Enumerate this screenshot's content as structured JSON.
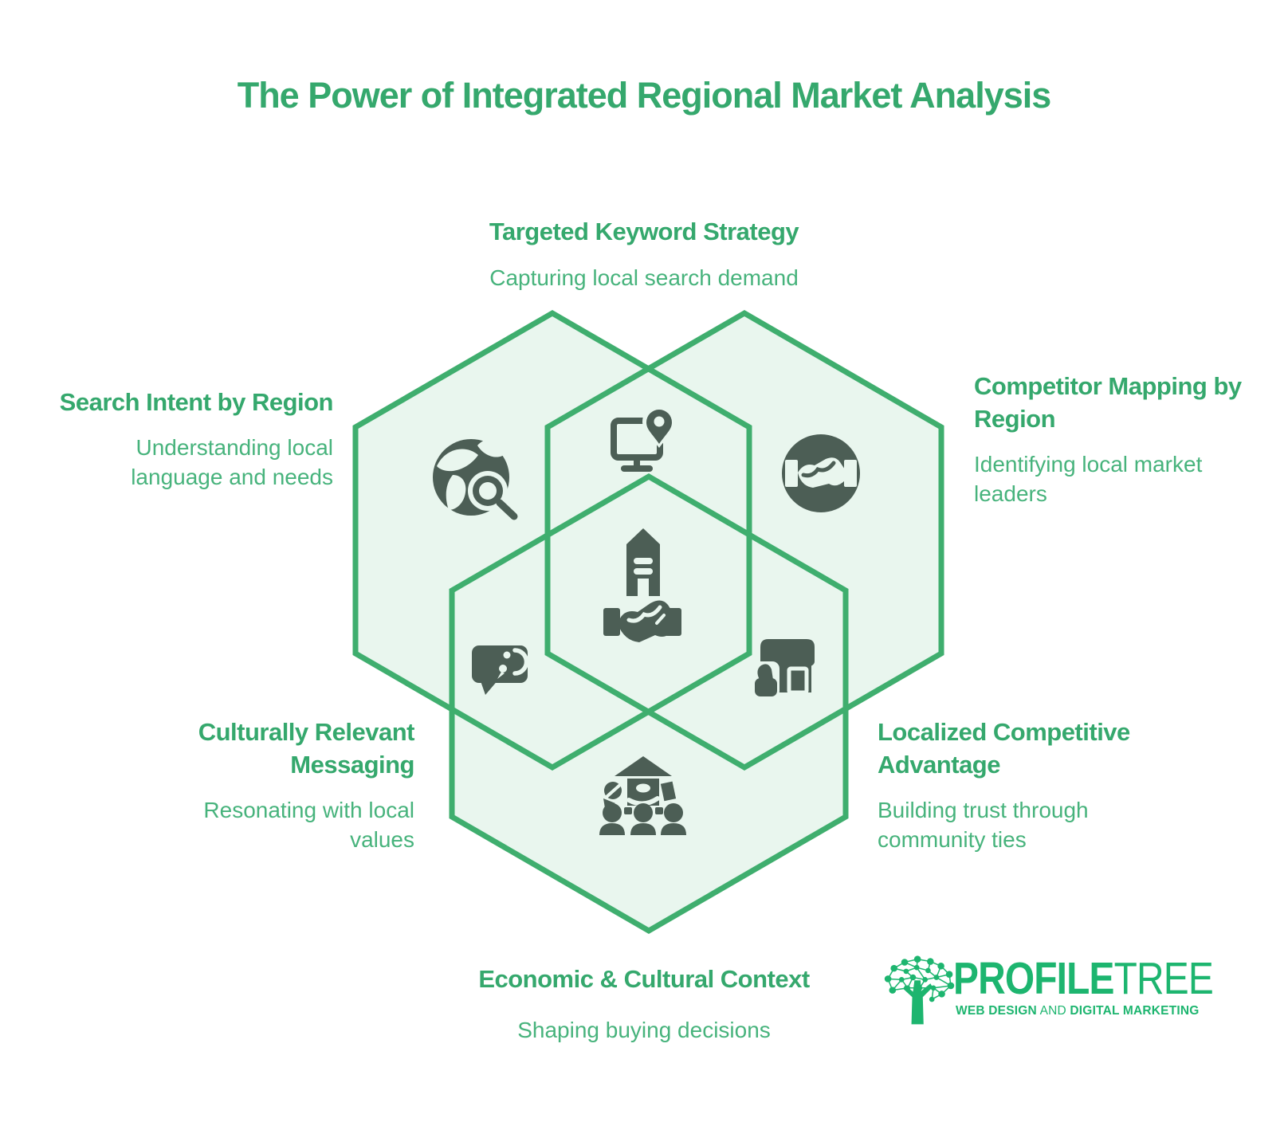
{
  "page": {
    "title": "The Power of Integrated Regional Market Analysis"
  },
  "colors": {
    "heading_green": "#35a86d",
    "body_green": "#47b37c",
    "hex_stroke": "#3fae6e",
    "hex_fill": "#e9f6ee",
    "icon_dark": "#4c5e55",
    "logo_green": "#1db56f",
    "background": "#ffffff"
  },
  "labels": {
    "top": {
      "title": "Targeted Keyword Strategy",
      "subtitle": "Capturing local search demand"
    },
    "left": {
      "title": "Search Intent by Region",
      "subtitle_line1": "Understanding local",
      "subtitle_line2": "language and needs"
    },
    "right": {
      "title_line1": "Competitor Mapping by",
      "title_line2": "Region",
      "subtitle_line1": "Identifying local market",
      "subtitle_line2": "leaders"
    },
    "bottom_left": {
      "title_line1": "Culturally Relevant",
      "title_line2": "Messaging",
      "subtitle_line1": "Resonating with local",
      "subtitle_line2": "values"
    },
    "bottom_right": {
      "title_line1": "Localized Competitive",
      "title_line2": "Advantage",
      "subtitle_line1": "Building trust through",
      "subtitle_line2": "community ties"
    },
    "bottom_center": {
      "title": "Economic & Cultural Context",
      "subtitle": "Shaping buying decisions"
    }
  },
  "icons": {
    "left": "globe-search-icon",
    "top": "monitor-location-icon",
    "right": "handshake-circle-icon",
    "center": "business-handshake-icon",
    "bottom_left": "speech-bubble-icon",
    "bottom_right": "storefront-thumbs-up-icon",
    "bottom_center": "community-icon"
  },
  "logo": {
    "brand_bold": "PROFILE",
    "brand_light": "TREE",
    "tagline_bold1": "WEB DESIGN",
    "tagline_light": "AND",
    "tagline_bold2": "DIGITAL MARKETING"
  }
}
